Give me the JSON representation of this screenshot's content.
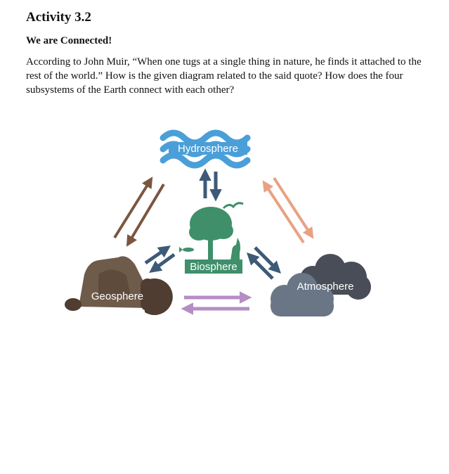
{
  "activity": {
    "title": "Activity 3.2",
    "subtitle": "We are Connected!",
    "prompt": "According to John Muir, “When one tugs at a single thing in nature, he finds it attached to the rest of the world.” How is the given diagram related to the said quote? How does the four subsystems of the Earth connect with each other?"
  },
  "diagram": {
    "nodes": [
      {
        "id": "hydrosphere",
        "label": "Hydrosphere",
        "color": "#4a9fd8"
      },
      {
        "id": "biosphere",
        "label": "Biosphere",
        "color": "#3e8f6a"
      },
      {
        "id": "geosphere",
        "label": "Geosphere",
        "color": "#6f5b4a"
      },
      {
        "id": "atmosphere",
        "label": "Atmosphere",
        "color": "#566170"
      }
    ],
    "arrow_colors": {
      "geo_hydro": "#7a5640",
      "hydro_atmo": "#e8a283",
      "hydro_bio": "#3d5a78",
      "bio_geo": "#3d5a78",
      "bio_atmo": "#3d5a78",
      "geo_atmo": "#b48ec4"
    }
  }
}
